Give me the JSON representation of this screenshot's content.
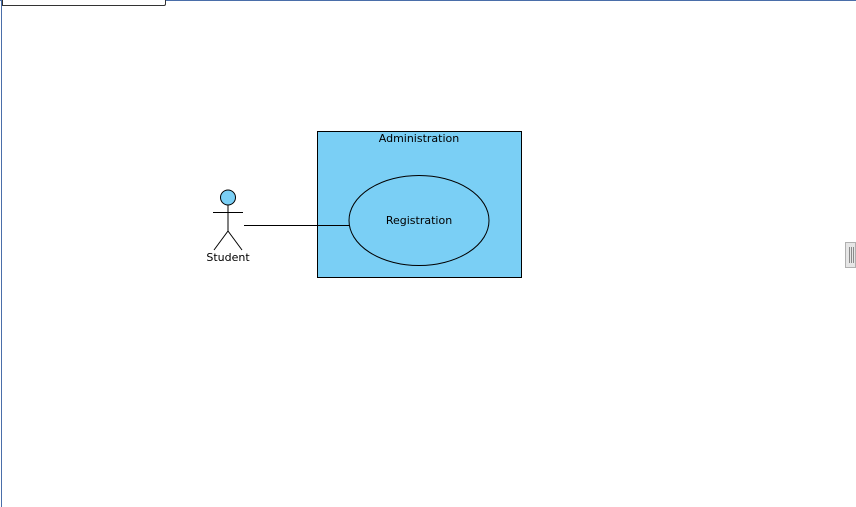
{
  "diagram": {
    "type": "use-case",
    "system": {
      "name": "Administration",
      "fill": "#7acff5"
    },
    "actor": {
      "name": "Student",
      "head_fill": "#7acff5"
    },
    "use_case": {
      "name": "Registration",
      "fill": "#7acff5"
    },
    "line_color": "#000000"
  },
  "chrome": {
    "frame_color": "#4a6ea9",
    "tab_icon": "diagram-tab",
    "handle_icon": "grip-icon"
  }
}
